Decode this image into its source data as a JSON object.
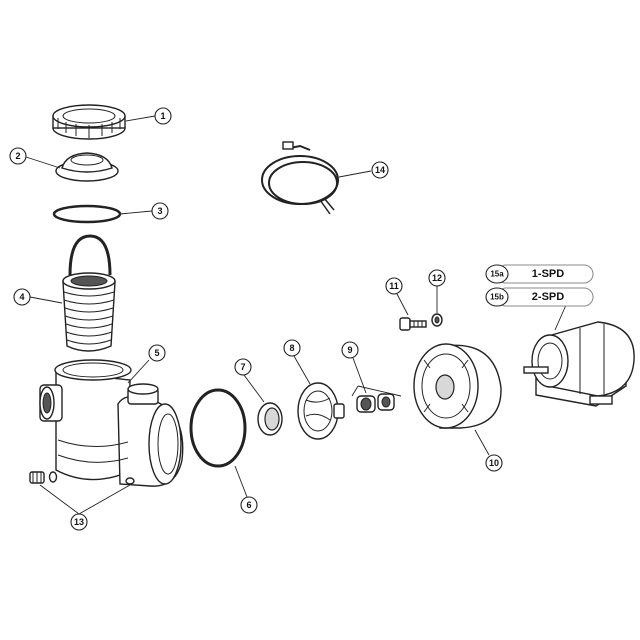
{
  "callouts": {
    "c1": "1",
    "c2": "2",
    "c3": "3",
    "c4": "4",
    "c5": "5",
    "c6": "6",
    "c7": "7",
    "c8": "8",
    "c9": "9",
    "c10": "10",
    "c11": "11",
    "c12": "12",
    "c13": "13",
    "c14": "14",
    "c15a": "15a",
    "c15b": "15b"
  },
  "motor_options": {
    "opt_a": "1-SPD",
    "opt_b": "2-SPD"
  }
}
